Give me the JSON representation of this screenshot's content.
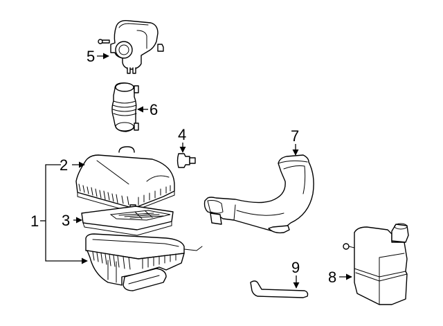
{
  "diagram": {
    "type": "exploded-parts-diagram",
    "background": "#ffffff",
    "line_color": "#000000",
    "callouts": [
      {
        "number": "1",
        "part": "air-cleaner-assembly"
      },
      {
        "number": "2",
        "part": "air-cleaner-upper-cover"
      },
      {
        "number": "3",
        "part": "air-filter-element"
      },
      {
        "number": "4",
        "part": "clip-fastener"
      },
      {
        "number": "5",
        "part": "mass-air-flow-sensor-housing"
      },
      {
        "number": "6",
        "part": "intake-hose"
      },
      {
        "number": "7",
        "part": "air-inlet-duct"
      },
      {
        "number": "8",
        "part": "resonator"
      },
      {
        "number": "9",
        "part": "vent-hose"
      }
    ]
  }
}
